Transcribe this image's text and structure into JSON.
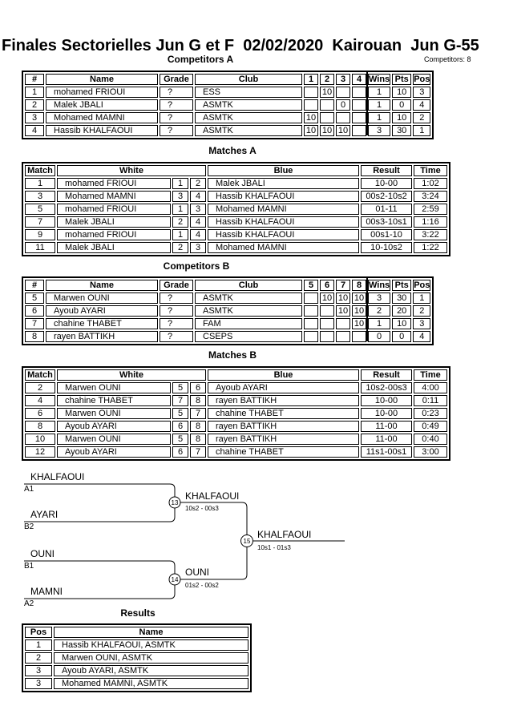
{
  "title": "Finales Sectorielles Jun G et F  02/02/2020  Kairouan  Jun G-55",
  "competitors_count": "Competitors: 8",
  "sections": {
    "competitorsA": {
      "caption": "Competitors A",
      "headers": [
        "#",
        "Name",
        "Grade",
        "Club",
        "1",
        "2",
        "3",
        "4",
        "Wins",
        "Pts",
        "Pos"
      ],
      "rows": [
        [
          "1",
          "mohamed FRIOUI",
          "?",
          "ESS",
          "",
          "10",
          "",
          "",
          "1",
          "10",
          "3"
        ],
        [
          "2",
          "Malek JBALI",
          "?",
          "ASMTK",
          "",
          "",
          "0",
          "",
          "1",
          "0",
          "4"
        ],
        [
          "3",
          "Mohamed MAMNI",
          "?",
          "ASMTK",
          "10",
          "",
          "",
          "",
          "1",
          "10",
          "2"
        ],
        [
          "4",
          "Hassib KHALFAOUI",
          "?",
          "ASMTK",
          "10",
          "10",
          "10",
          "",
          "3",
          "30",
          "1"
        ]
      ]
    },
    "matchesA": {
      "caption": "Matches A",
      "headers": [
        "Match",
        "White",
        "Blue",
        "Result",
        "Time"
      ],
      "rows": [
        [
          "1",
          "mohamed FRIOUI",
          "1",
          "2",
          "Malek JBALI",
          "10-00",
          "1:02"
        ],
        [
          "3",
          "Mohamed MAMNI",
          "3",
          "4",
          "Hassib KHALFAOUI",
          "00s2-10s2",
          "3:24"
        ],
        [
          "5",
          "mohamed FRIOUI",
          "1",
          "3",
          "Mohamed MAMNI",
          "01-11",
          "2:59"
        ],
        [
          "7",
          "Malek JBALI",
          "2",
          "4",
          "Hassib KHALFAOUI",
          "00s3-10s1",
          "1:16"
        ],
        [
          "9",
          "mohamed FRIOUI",
          "1",
          "4",
          "Hassib KHALFAOUI",
          "00s1-10",
          "3:22"
        ],
        [
          "11",
          "Malek JBALI",
          "2",
          "3",
          "Mohamed MAMNI",
          "10-10s2",
          "1:22"
        ]
      ]
    },
    "competitorsB": {
      "caption": "Competitors B",
      "headers": [
        "#",
        "Name",
        "Grade",
        "Club",
        "5",
        "6",
        "7",
        "8",
        "Wins",
        "Pts",
        "Pos"
      ],
      "rows": [
        [
          "5",
          "Marwen OUNI",
          "?",
          "ASMTK",
          "",
          "10",
          "10",
          "10",
          "3",
          "30",
          "1"
        ],
        [
          "6",
          "Ayoub AYARI",
          "?",
          "ASMTK",
          "",
          "",
          "10",
          "10",
          "2",
          "20",
          "2"
        ],
        [
          "7",
          "chahine THABET",
          "?",
          "FAM",
          "",
          "",
          "",
          "10",
          "1",
          "10",
          "3"
        ],
        [
          "8",
          "rayen BATTIKH",
          "?",
          "CSEPS",
          "",
          "",
          "",
          "",
          "0",
          "0",
          "4"
        ]
      ]
    },
    "matchesB": {
      "caption": "Matches B",
      "headers": [
        "Match",
        "White",
        "Blue",
        "Result",
        "Time"
      ],
      "rows": [
        [
          "2",
          "Marwen OUNI",
          "5",
          "6",
          "Ayoub AYARI",
          "10s2-00s3",
          "4:00"
        ],
        [
          "4",
          "chahine THABET",
          "7",
          "8",
          "rayen BATTIKH",
          "10-00",
          "0:11"
        ],
        [
          "6",
          "Marwen OUNI",
          "5",
          "7",
          "chahine THABET",
          "10-00",
          "0:23"
        ],
        [
          "8",
          "Ayoub AYARI",
          "6",
          "8",
          "rayen BATTIKH",
          "11-00",
          "0:49"
        ],
        [
          "10",
          "Marwen OUNI",
          "5",
          "8",
          "rayen BATTIKH",
          "11-00",
          "0:40"
        ],
        [
          "12",
          "Ayoub AYARI",
          "6",
          "7",
          "chahine THABET",
          "11s1-00s1",
          "3:00"
        ]
      ]
    },
    "results": {
      "caption": "Results",
      "headers": [
        "Pos",
        "Name"
      ],
      "rows": [
        [
          "1",
          "Hassib KHALFAOUI, ASMTK"
        ],
        [
          "2",
          "Marwen OUNI, ASMTK"
        ],
        [
          "3",
          "Ayoub AYARI, ASMTK"
        ],
        [
          "3",
          "Mohamed MAMNI, ASMTK"
        ]
      ]
    }
  },
  "bracket": {
    "entries": [
      {
        "name": "KHALFAOUI",
        "seed": "A1"
      },
      {
        "name": "AYARI",
        "seed": "B2"
      },
      {
        "name": "OUNI",
        "seed": "B1"
      },
      {
        "name": "MAMNI",
        "seed": "A2"
      }
    ],
    "semifinal1": {
      "match_no": "13",
      "winner": "KHALFAOUI",
      "score": "10s2 - 00s3"
    },
    "semifinal2": {
      "match_no": "14",
      "winner": "OUNI",
      "score": "01s2 - 00s2"
    },
    "final": {
      "match_no": "15",
      "winner": "KHALFAOUI",
      "score": "10s1 - 01s3"
    }
  }
}
